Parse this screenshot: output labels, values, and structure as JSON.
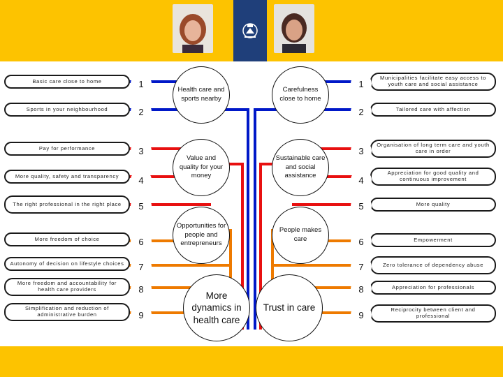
{
  "left_items": [
    {
      "label": "Basic care close to home",
      "number": "1"
    },
    {
      "label": "Sports in your neighbourhood",
      "number": "2"
    },
    {
      "label": "Pay for performance",
      "number": "3"
    },
    {
      "label": "More quality, safety and transparency",
      "number": "4"
    },
    {
      "label": "The right professional in the right place",
      "number": "5"
    },
    {
      "label": "More freedom of choice",
      "number": "6"
    },
    {
      "label": "Autonomy of decision on lifestyle choices",
      "number": "7"
    },
    {
      "label": "More freedom and accountability for health care providers",
      "number": "8"
    },
    {
      "label": "Simplification and reduction of administrative burden",
      "number": "9"
    }
  ],
  "right_items": [
    {
      "label": "Municipalities facilitate easy access to youth care and social assistance",
      "number": "1"
    },
    {
      "label": "Tailored care with affection",
      "number": "2"
    },
    {
      "label": "Organisation of long term care and youth care in order",
      "number": "3"
    },
    {
      "label": "Appreciation for good quality and continuous improvement",
      "number": "4"
    },
    {
      "label": "More quality",
      "number": "5"
    },
    {
      "label": "Empowerment",
      "number": "6"
    },
    {
      "label": "Zero tolerance of dependency abuse",
      "number": "7"
    },
    {
      "label": "Appreciation for professionals",
      "number": "8"
    },
    {
      "label": "Reciprocity between client and professional",
      "number": "9"
    }
  ],
  "left_themes": [
    "Health care and sports nearby",
    "Value and quality for your money",
    "Opportunities for people and entrepreneurs"
  ],
  "right_themes": [
    "Carefulness close to home",
    "Sustainable care and social assistance",
    "People makes care"
  ],
  "goals": {
    "left": "More dynamics in health care",
    "right": "Trust in care"
  },
  "colors": {
    "band": "#fdc300",
    "group1": "#0018c8",
    "group2": "#e81010",
    "group3": "#ee7a00"
  }
}
